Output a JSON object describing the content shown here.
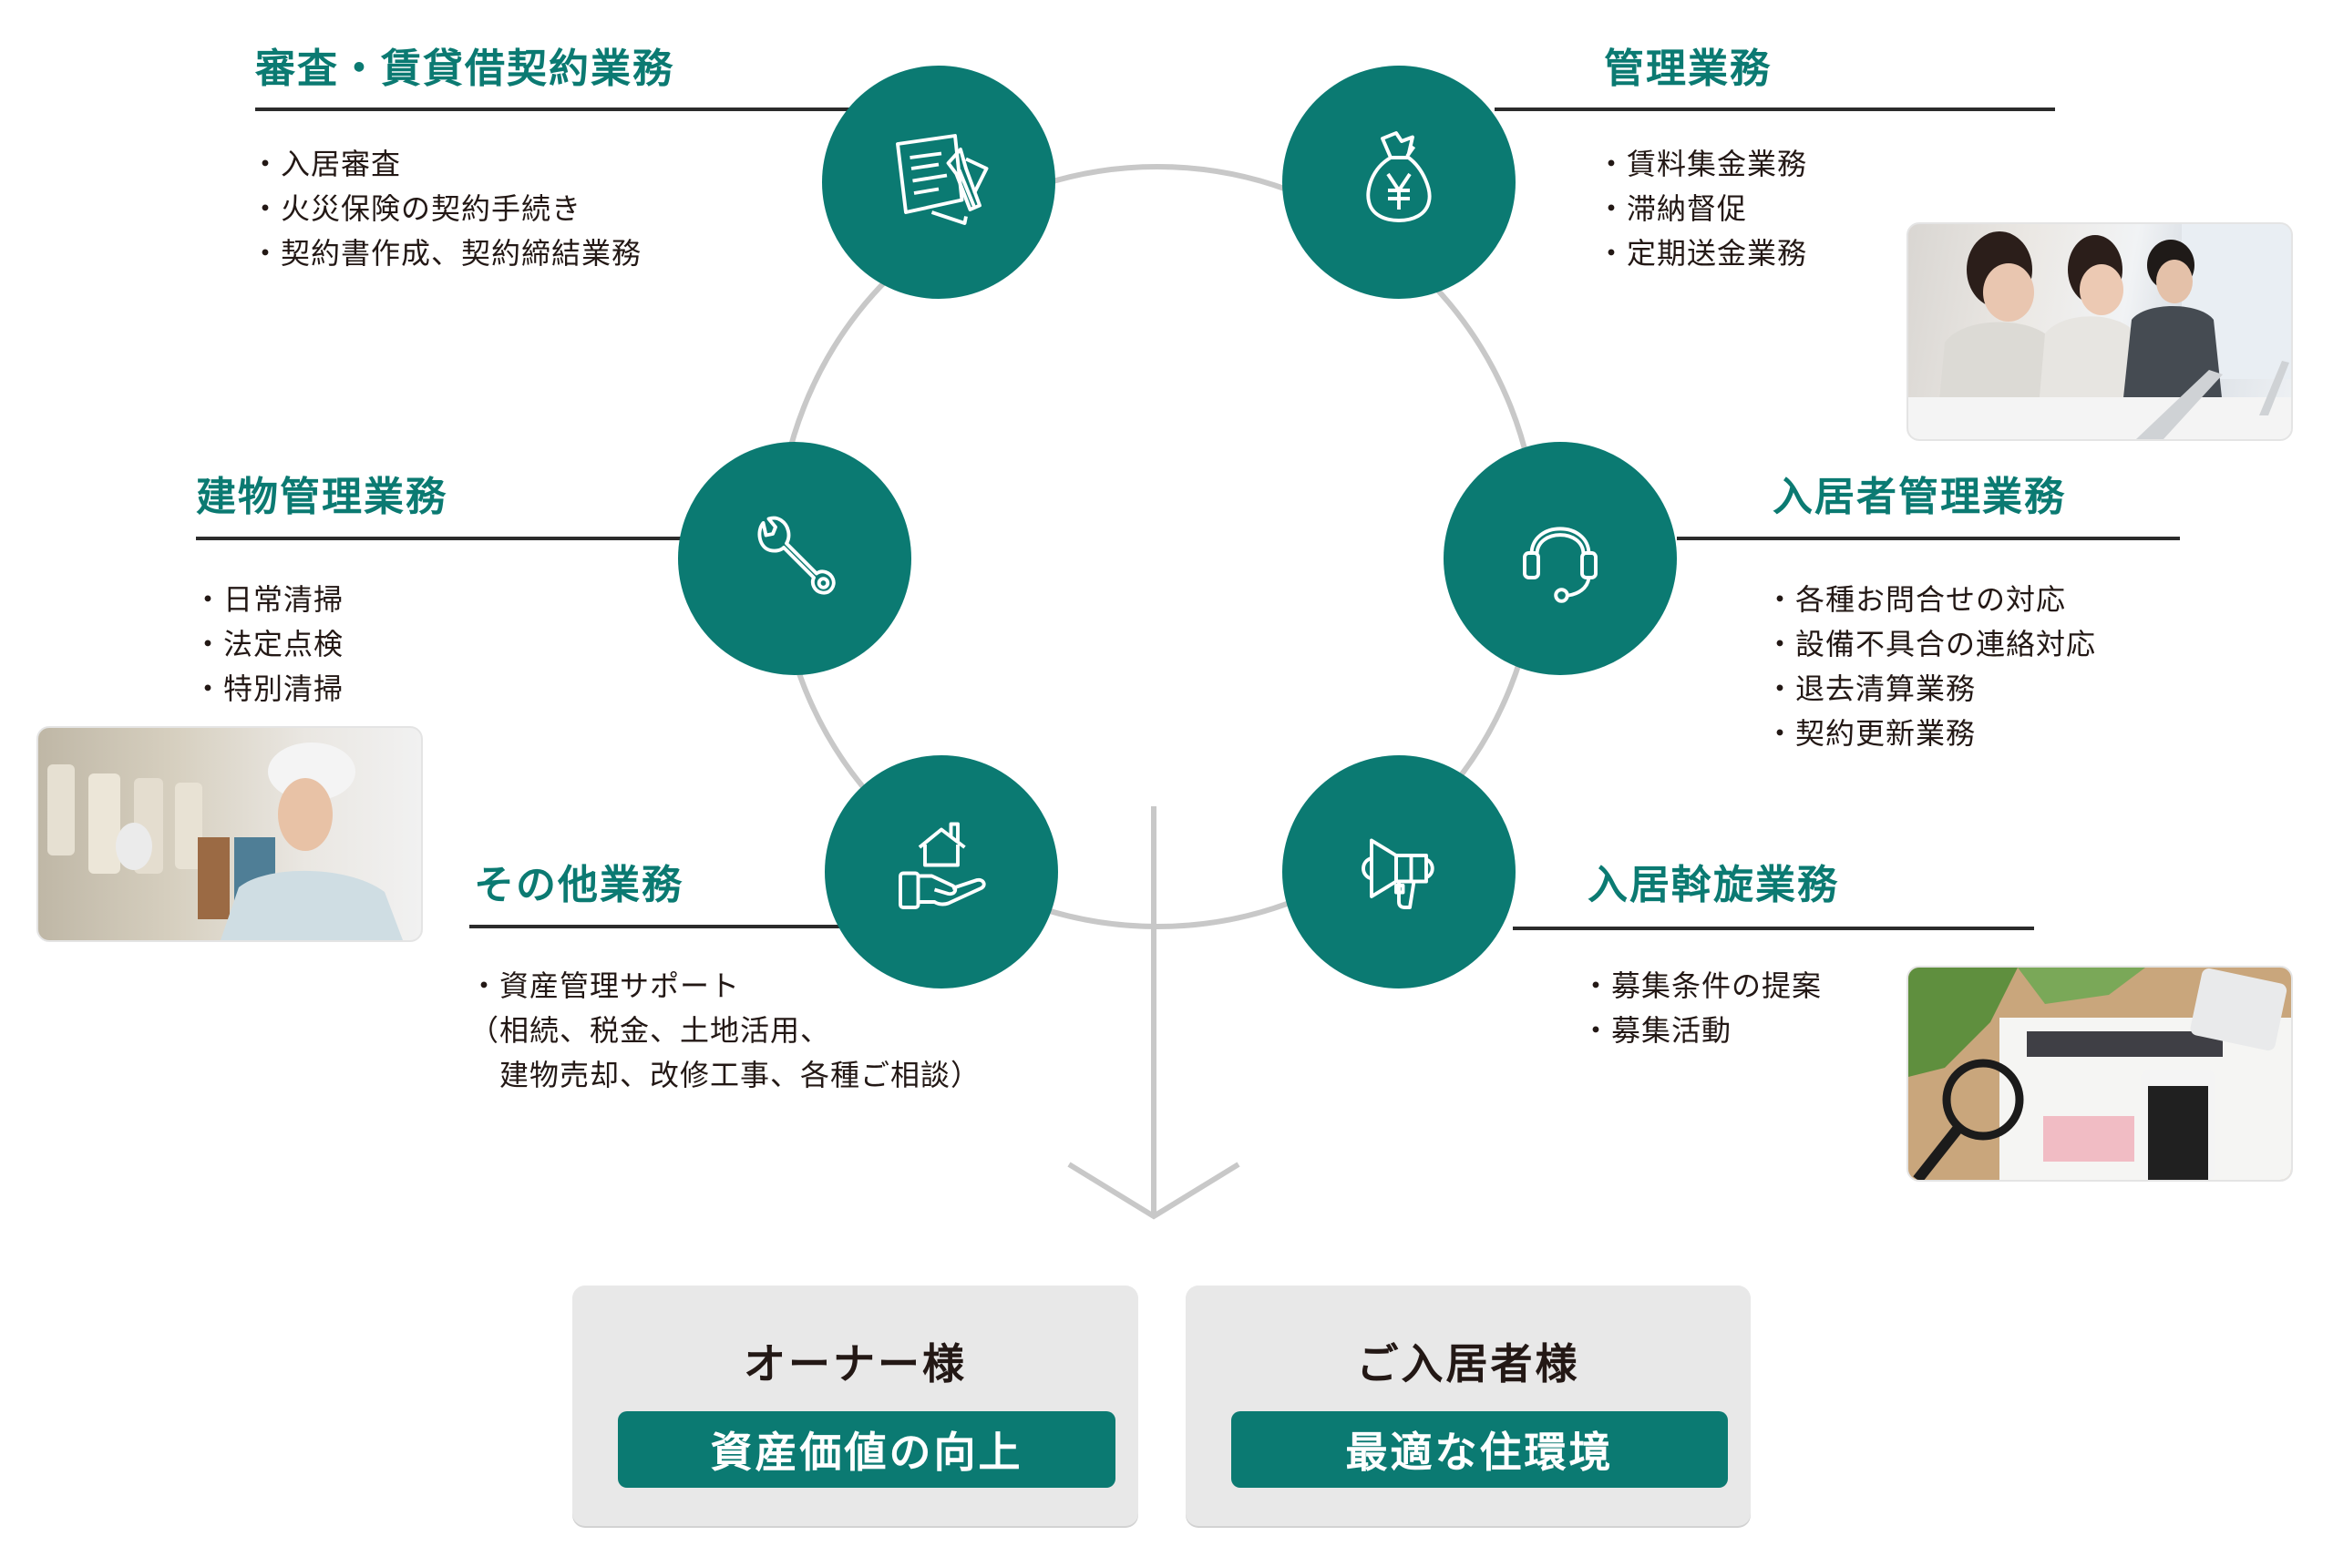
{
  "colors": {
    "accent": "#0b7a72",
    "ring": "#c8c8c8",
    "text": "#231815",
    "box_bg": "#e8e8e8"
  },
  "sections": {
    "contract": {
      "title": "審査・賃貸借契約業務",
      "icon": "document-pencil-icon",
      "items": [
        "・入居審査",
        "・火災保険の契約手続き",
        "・契約書作成、契約締結業務"
      ]
    },
    "management": {
      "title": "管理業務",
      "icon": "money-bag-yen-icon",
      "items": [
        "・賃料集金業務",
        "・滞納督促",
        "・定期送金業務"
      ]
    },
    "building": {
      "title": "建物管理業務",
      "icon": "wrench-icon",
      "items": [
        "・日常清掃",
        "・法定点検",
        "・特別清掃"
      ]
    },
    "tenant": {
      "title": "入居者管理業務",
      "icon": "headset-icon",
      "items": [
        "・各種お問合せの対応",
        "・設備不具合の連絡対応",
        "・退去清算業務",
        "・契約更新業務"
      ]
    },
    "other": {
      "title": "その他業務",
      "icon": "house-in-hand-icon",
      "items": [
        "・資産管理サポート",
        "（相続、税金、土地活用、",
        "　建物売却、改修工事、各種ご相談）"
      ]
    },
    "leasing": {
      "title": "入居斡旋業務",
      "icon": "megaphone-icon",
      "items": [
        "・募集条件の提案",
        "・募集活動"
      ]
    }
  },
  "photos": {
    "call_center": "call-center-staff-photo",
    "maintenance": "maintenance-worker-photo",
    "listing": "rental-listing-photo"
  },
  "outcomes": [
    {
      "label": "オーナー様",
      "value": "資産価値の向上"
    },
    {
      "label": "ご入居者様",
      "value": "最適な住環境"
    }
  ]
}
